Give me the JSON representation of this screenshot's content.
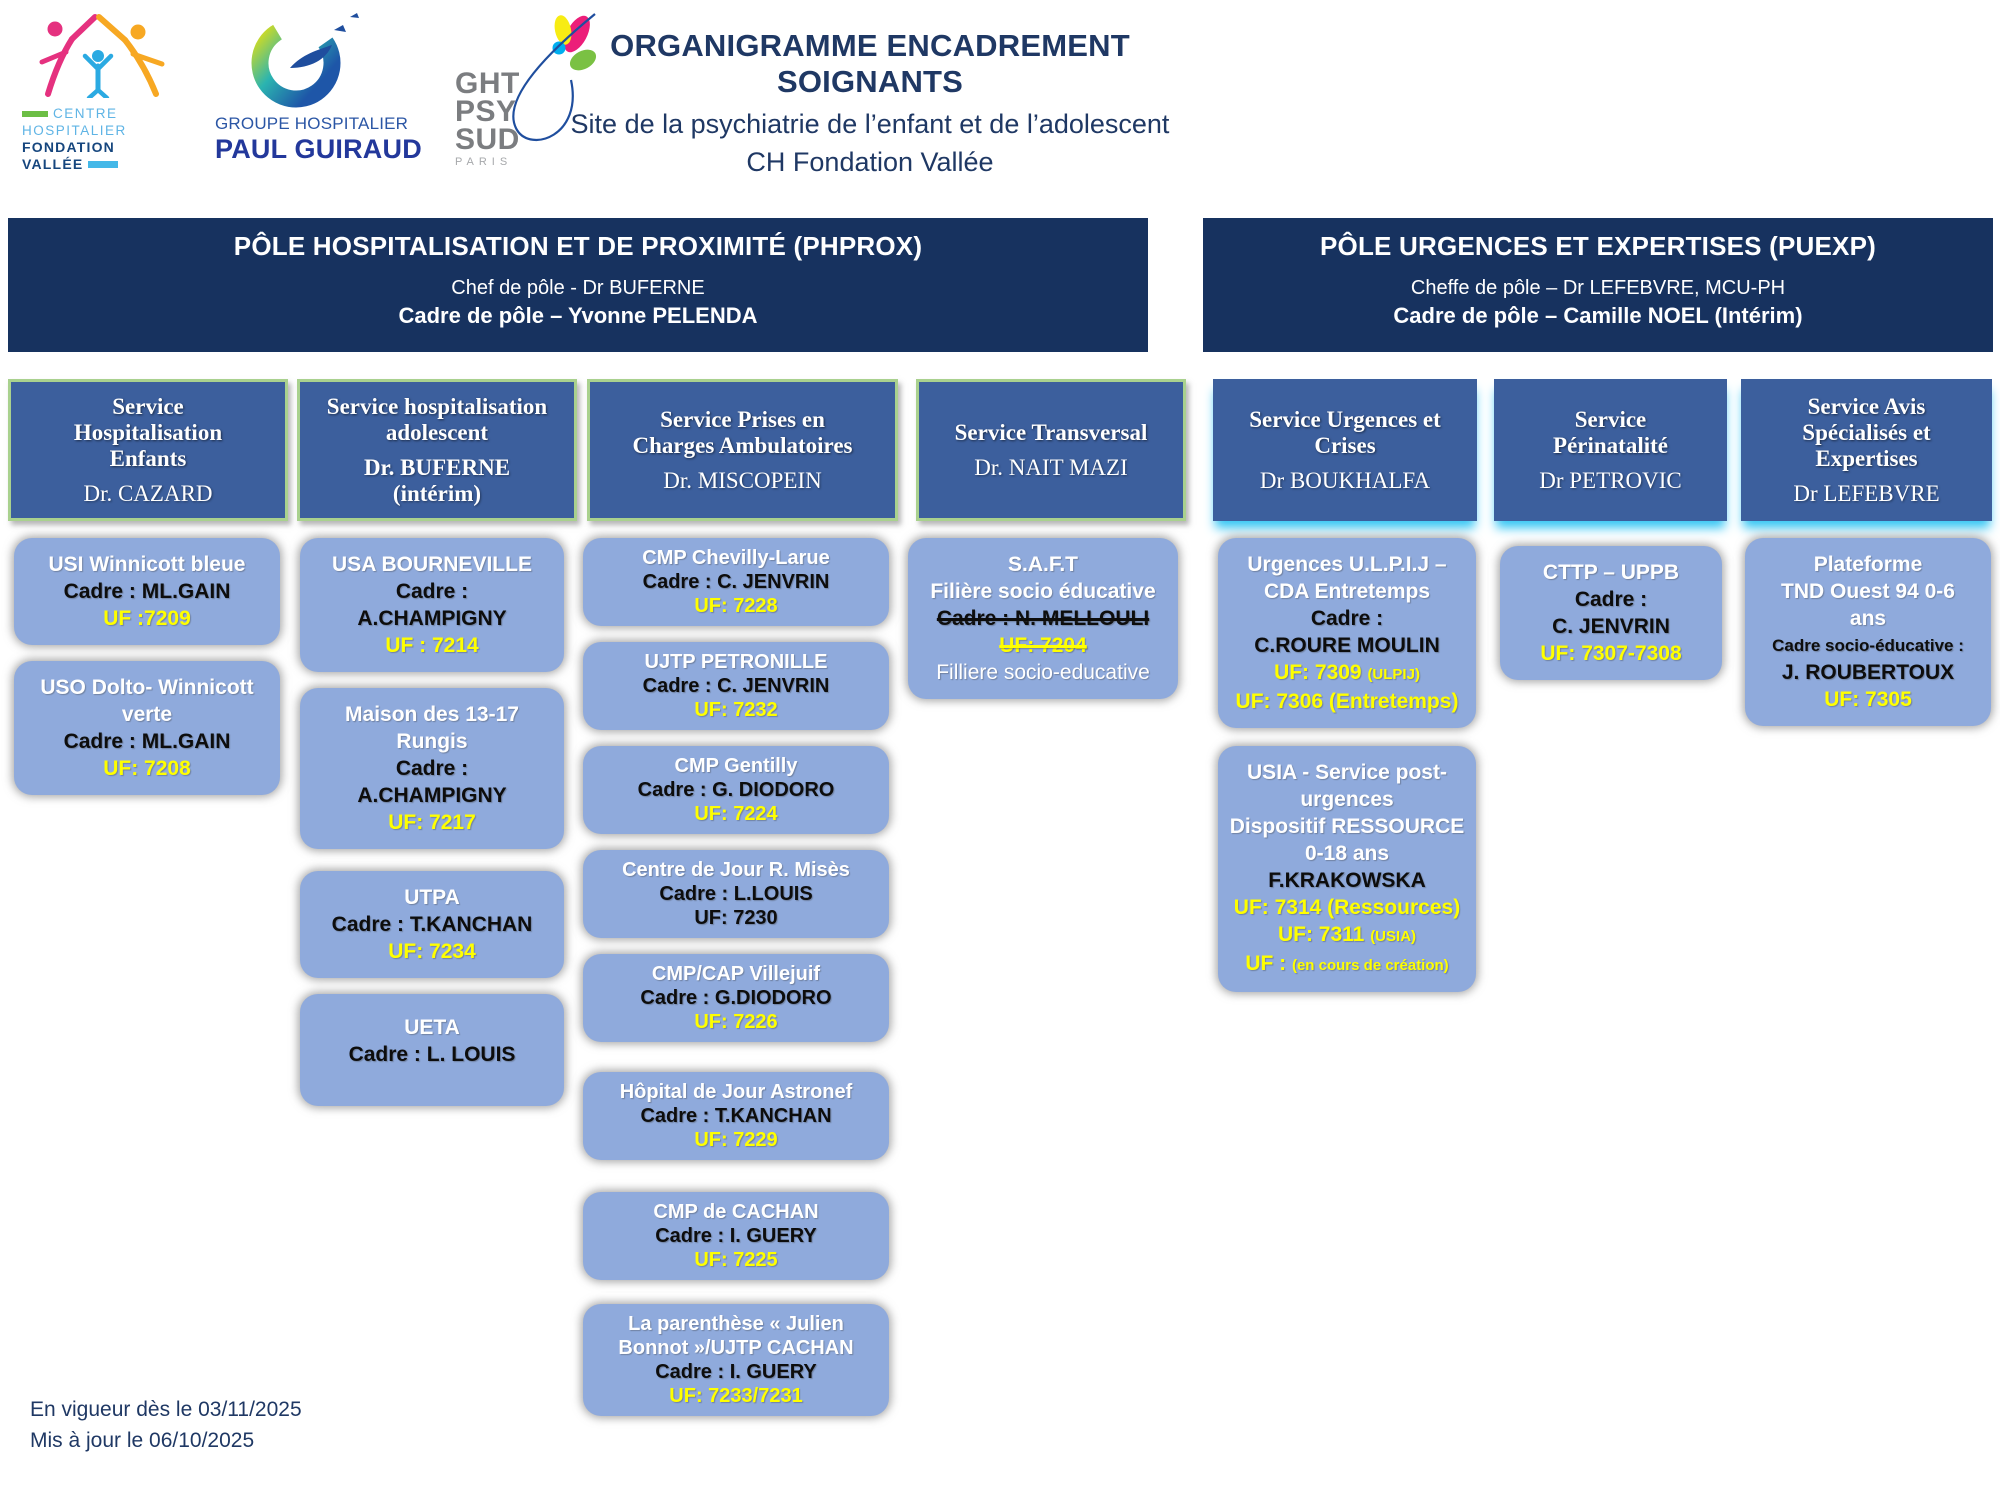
{
  "colors": {
    "navy": "#17325F",
    "service_blue": "#3C5F9D",
    "card_blue": "#8FAADC",
    "green_border": "#A9D18E",
    "cyan_glow": "#35C6F4",
    "uf_yellow": "#FFFF00",
    "title_navy": "#1F3864"
  },
  "header": {
    "title": "ORGANIGRAMME ENCADREMENT SOIGNANTS",
    "subtitle1": "Site de la psychiatrie de l’enfant et de l’adolescent",
    "subtitle2": "CH Fondation Vallée",
    "logos": [
      {
        "name": "fondation-vallee",
        "lines": [
          "CENTRE",
          "HOSPITALIER",
          "FONDATION",
          "VALLÉE"
        ]
      },
      {
        "name": "paul-guiraud",
        "lines": [
          "GROUPE HOSPITALIER",
          "PAUL GUIRAUD"
        ]
      },
      {
        "name": "ght-psy-sud",
        "lines": [
          "GHT",
          "PSY",
          "SUD",
          "PARIS"
        ]
      }
    ]
  },
  "poles": [
    {
      "id": "phprox",
      "title": "PÔLE HOSPITALISATION ET DE PROXIMITÉ (PHPROX)",
      "chief": "Chef de pôle - Dr BUFERNE",
      "cadre": "Cadre de pôle – Yvonne PELENDA"
    },
    {
      "id": "puexp",
      "title": "PÔLE URGENCES ET EXPERTISES (PUEXP)",
      "chief": "Cheffe de pôle – Dr LEFEBVRE, MCU-PH",
      "cadre": "Cadre de pôle – Camille NOEL (Intérim)"
    }
  ],
  "services": [
    {
      "id": "hosp-enfants",
      "accent": "green",
      "title_lines": [
        "Service",
        "Hospitalisation",
        "Enfants"
      ],
      "doctor_lines": [
        "Dr. CAZARD"
      ],
      "doctor_bold": false,
      "cards": [
        {
          "lines": [
            {
              "t": "USI Winnicott bleue",
              "c": "w"
            },
            {
              "t": "Cadre : ML.GAIN",
              "c": "k"
            },
            {
              "t": "UF :7209",
              "c": "y"
            }
          ]
        },
        {
          "lines": [
            {
              "t": "USO Dolto- Winnicott",
              "c": "w"
            },
            {
              "t": "verte",
              "c": "w"
            },
            {
              "t": "Cadre : ML.GAIN",
              "c": "k"
            },
            {
              "t": "UF: 7208",
              "c": "y"
            }
          ]
        }
      ]
    },
    {
      "id": "hosp-ado",
      "accent": "green",
      "title_lines": [
        "Service hospitalisation",
        "adolescent"
      ],
      "doctor_lines": [
        "Dr. BUFERNE",
        "(intérim)"
      ],
      "doctor_bold": true,
      "cards": [
        {
          "lines": [
            {
              "t": "USA BOURNEVILLE",
              "c": "w"
            },
            {
              "t": "Cadre :",
              "c": "k"
            },
            {
              "t": "A.CHAMPIGNY",
              "c": "k"
            },
            {
              "t": "UF : 7214",
              "c": "y"
            }
          ]
        },
        {
          "lines": [
            {
              "t": "Maison des 13-17",
              "c": "w"
            },
            {
              "t": "Rungis",
              "c": "w"
            },
            {
              "t": "Cadre :",
              "c": "k"
            },
            {
              "t": "A.CHAMPIGNY",
              "c": "k"
            },
            {
              "t": "UF: 7217",
              "c": "y"
            }
          ]
        },
        {
          "mt": 6,
          "lines": [
            {
              "t": "UTPA",
              "c": "w"
            },
            {
              "t": "Cadre : T.KANCHAN",
              "c": "k"
            },
            {
              "t": "UF: 7234",
              "c": "y"
            }
          ]
        },
        {
          "tall": true,
          "lines": [
            {
              "t": "UETA",
              "c": "w"
            },
            {
              "t": "Cadre : L. LOUIS",
              "c": "k"
            }
          ]
        }
      ]
    },
    {
      "id": "ambulatoire",
      "accent": "green",
      "title_lines": [
        "Service Prises en",
        "Charges Ambulatoires"
      ],
      "doctor_lines": [
        "Dr. MISCOPEIN"
      ],
      "doctor_bold": false,
      "cards": [
        {
          "lines": [
            {
              "t": "CMP Chevilly-Larue",
              "c": "w"
            },
            {
              "t": "Cadre : C. JENVRIN",
              "c": "k"
            },
            {
              "t": "UF: 7228",
              "c": "y"
            }
          ]
        },
        {
          "lines": [
            {
              "t": "UJTP PETRONILLE",
              "c": "w"
            },
            {
              "t": "Cadre : C. JENVRIN",
              "c": "k"
            },
            {
              "t": "UF: 7232",
              "c": "y"
            }
          ]
        },
        {
          "lines": [
            {
              "t": "CMP Gentilly",
              "c": "w"
            },
            {
              "t": "Cadre : G. DIODORO",
              "c": "k"
            },
            {
              "t": "UF: 7224",
              "c": "y"
            }
          ]
        },
        {
          "lines": [
            {
              "t": "Centre de Jour R. Misès",
              "c": "w"
            },
            {
              "t": "Cadre : L.LOUIS",
              "c": "k"
            },
            {
              "t": "UF: 7230",
              "c": "k"
            }
          ]
        },
        {
          "lines": [
            {
              "t": "CMP/CAP Villejuif",
              "c": "w"
            },
            {
              "t": "Cadre : G.DIODORO",
              "c": "k"
            },
            {
              "t": "UF: 7226",
              "c": "y"
            }
          ]
        },
        {
          "mt": 14,
          "tall2": true,
          "lines": [
            {
              "t": "Hôpital de Jour Astronef",
              "c": "w"
            },
            {
              "t": "Cadre : T.KANCHAN",
              "c": "k"
            },
            {
              "t": "UF: 7229",
              "c": "y"
            }
          ]
        },
        {
          "mt": 16,
          "lines": [
            {
              "t": "CMP de CACHAN",
              "c": "w"
            },
            {
              "t": "Cadre : I. GUERY",
              "c": "k"
            },
            {
              "t": "UF: 7225",
              "c": "y"
            }
          ]
        },
        {
          "mt": 8,
          "lines": [
            {
              "t": "La parenthèse « Julien",
              "c": "w"
            },
            {
              "t": "Bonnot »/UJTP CACHAN",
              "c": "w"
            },
            {
              "t": "Cadre : I. GUERY",
              "c": "k"
            },
            {
              "t": "UF: 7233/7231",
              "c": "y"
            }
          ]
        }
      ]
    },
    {
      "id": "transversal",
      "accent": "green",
      "title_lines": [
        "Service Transversal"
      ],
      "doctor_lines": [
        "Dr. NAIT MAZI"
      ],
      "doctor_bold": false,
      "cards": [
        {
          "lines": [
            {
              "t": "S.A.F.T",
              "c": "w"
            },
            {
              "t": "Filière socio éducative",
              "c": "w"
            },
            {
              "t": "Cadre : N. MELLOULI",
              "c": "k",
              "strike": true
            },
            {
              "t": "UF: 7204",
              "c": "y",
              "strike": true
            },
            {
              "t": "Filliere socio-educative",
              "c": "w",
              "reg": true
            }
          ]
        }
      ]
    },
    {
      "id": "urgences-crises",
      "accent": "cyan",
      "title_lines": [
        "Service Urgences et",
        "Crises"
      ],
      "doctor_lines": [
        "Dr BOUKHALFA"
      ],
      "doctor_bold": false,
      "cards": [
        {
          "lines": [
            {
              "t": "Urgences U.L.P.I.J –",
              "c": "w"
            },
            {
              "t": "CDA Entretemps",
              "c": "w"
            },
            {
              "t": "Cadre :",
              "c": "k"
            },
            {
              "t": "C.ROURE MOULIN",
              "c": "k"
            },
            {
              "t": "UF: 7309 ",
              "t2": "(ULPIJ)",
              "c": "y"
            },
            {
              "t": "UF: 7306 (Entretemps)",
              "c": "y"
            }
          ]
        },
        {
          "mt": 2,
          "lines": [
            {
              "t": "USIA - Service post-",
              "c": "w"
            },
            {
              "t": "urgences",
              "c": "w"
            },
            {
              "t": "Dispositif RESSOURCE",
              "c": "w"
            },
            {
              "t": "0-18 ans",
              "c": "w"
            },
            {
              "t": "F.KRAKOWSKA",
              "c": "k"
            },
            {
              "t": "UF: 7314 (Ressources)",
              "c": "y"
            },
            {
              "t": "UF: 7311 ",
              "t2": "(USIA)",
              "c": "y"
            },
            {
              "t": "UF : ",
              "t2": "(en cours de création)",
              "c": "y"
            }
          ]
        }
      ]
    },
    {
      "id": "perinatalite",
      "accent": "cyan",
      "title_lines": [
        "Service",
        "Périnatalité"
      ],
      "doctor_lines": [
        "Dr PETROVIC"
      ],
      "doctor_bold": false,
      "cards": [
        {
          "mt": 8,
          "lines": [
            {
              "t": "CTTP – UPPB",
              "c": "w"
            },
            {
              "t": "Cadre :",
              "c": "k"
            },
            {
              "t": "C. JENVRIN",
              "c": "k"
            },
            {
              "t": "UF: 7307-7308",
              "c": "y"
            }
          ]
        }
      ]
    },
    {
      "id": "avis-expertises",
      "accent": "cyan",
      "title_lines": [
        "Service Avis",
        "Spécialisés et",
        "Expertises"
      ],
      "doctor_lines": [
        "Dr LEFEBVRE"
      ],
      "doctor_bold": false,
      "cards": [
        {
          "lines": [
            {
              "t": "Plateforme",
              "c": "w"
            },
            {
              "t": "TND Ouest 94 0-6",
              "c": "w"
            },
            {
              "t": "ans",
              "c": "w"
            },
            {
              "t": "Cadre socio-éducative :",
              "c": "k",
              "small": true
            },
            {
              "t": "J. ROUBERTOUX",
              "c": "k"
            },
            {
              "t": "UF: 7305",
              "c": "y"
            }
          ]
        }
      ]
    }
  ],
  "footer": {
    "line1": "En vigueur dès le 03/11/2025",
    "line2": "Mis à jour le 06/10/2025"
  }
}
